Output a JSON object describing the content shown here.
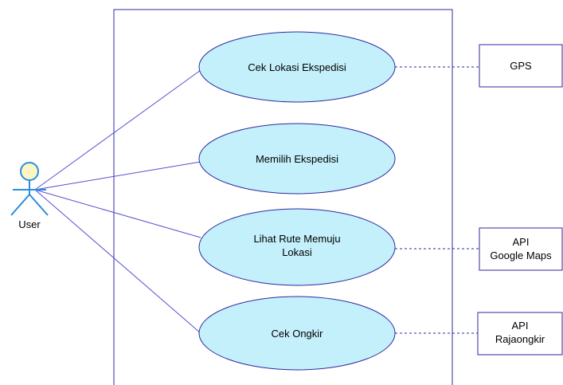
{
  "actor": {
    "label": "User",
    "icon": "stick-figure-actor-icon"
  },
  "use_cases": [
    {
      "id": "uc1",
      "lines": [
        "Cek Lokasi Ekspedisi"
      ]
    },
    {
      "id": "uc2",
      "lines": [
        "Memilih Ekspedisi"
      ]
    },
    {
      "id": "uc3",
      "lines": [
        "Lihat Rute Memuju",
        "Lokasi"
      ]
    },
    {
      "id": "uc4",
      "lines": [
        "Cek Ongkir"
      ]
    }
  ],
  "external_systems": [
    {
      "id": "ext1",
      "lines": [
        "GPS"
      ],
      "linked_use_case": "uc1"
    },
    {
      "id": "ext2",
      "lines": [
        "API",
        "Google Maps"
      ],
      "linked_use_case": "uc3"
    },
    {
      "id": "ext3",
      "lines": [
        "API",
        "Rajaongkir"
      ],
      "linked_use_case": "uc4"
    }
  ],
  "colors": {
    "system_boundary": "#2e2aa0",
    "association_line": "#5a4fd0",
    "dependency_line": "#2e2aa0",
    "use_case_fill": "#c4f0fb",
    "use_case_stroke": "#2e2aa0",
    "actor_head_fill": "#fcf6c5",
    "actor_stroke": "#2a8ee0",
    "external_box_stroke": "#2e2aa0",
    "text": "#000000"
  }
}
